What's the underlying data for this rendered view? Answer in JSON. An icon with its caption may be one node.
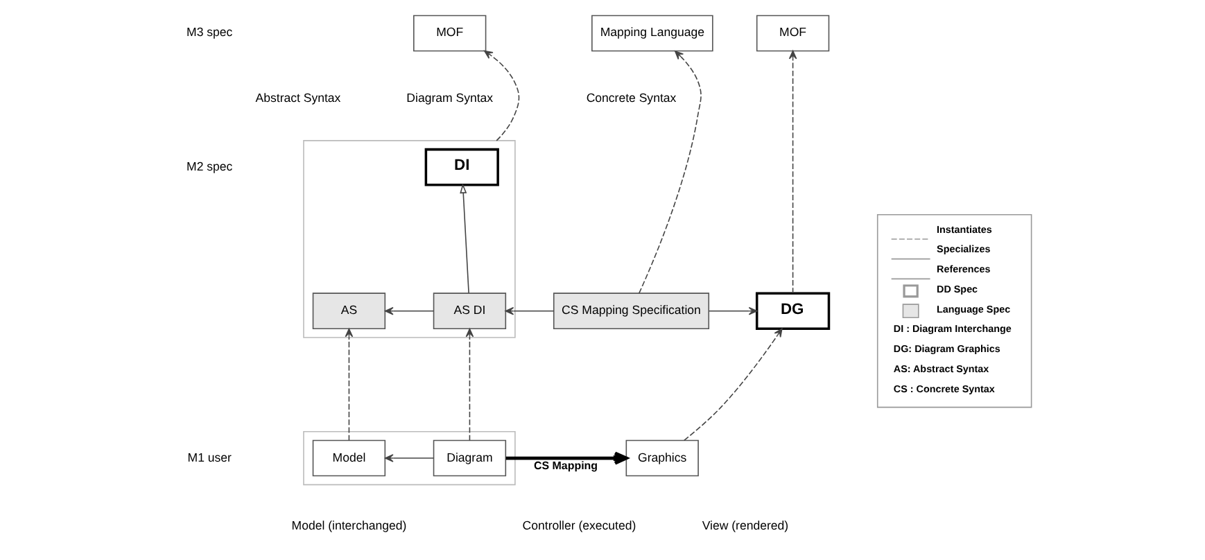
{
  "diagram": {
    "nodes": [
      {
        "text": [
          "MOF"
        ]
      },
      {
        "text": [
          "Mapping Language"
        ]
      },
      {
        "text": [
          "MOF"
        ]
      },
      {
        "text": [],
        "shape": "box"
      },
      {
        "text": [
          "DI"
        ],
        "in": 3
      },
      {
        "text": [
          "AS"
        ],
        "in": 3
      },
      {
        "text": [
          "AS DI"
        ],
        "in": 3
      },
      {
        "text": [
          "CS Mapping Specification"
        ]
      },
      {
        "text": [
          "DG"
        ]
      },
      {
        "text": [],
        "shape": "box"
      },
      {
        "text": [
          "Model"
        ],
        "in": 9
      },
      {
        "text": [
          "Diagram"
        ],
        "in": 9
      },
      {
        "text": [
          "Graphics"
        ]
      }
    ],
    "edges": [
      {
        "from": 3,
        "to": 0,
        "arrow": "to",
        "style": "dashed"
      },
      {
        "from": 7,
        "to": 1,
        "arrow": "to",
        "style": "dashed"
      },
      {
        "from": 8,
        "to": 2,
        "arrow": "to",
        "style": "dashed"
      },
      {
        "from": 6,
        "to": 4,
        "arrow": "to"
      },
      {
        "from": 6,
        "to": 5,
        "arrow": "to"
      },
      {
        "from": 7,
        "to": 6,
        "arrow": "to"
      },
      {
        "from": 7,
        "to": 8,
        "arrow": "to"
      },
      {
        "from": 10,
        "to": 5,
        "arrow": "to",
        "style": "dashed"
      },
      {
        "from": 11,
        "to": 6,
        "arrow": "to",
        "style": "dashed"
      },
      {
        "from": 11,
        "to": 10,
        "arrow": "to"
      },
      {
        "from": 11,
        "to": 12,
        "arrow": "to",
        "label": "CS Mapping",
        "style": "thick"
      },
      {
        "from": 12,
        "to": 8,
        "arrow": "to",
        "style": "dashed"
      }
    ],
    "labels": [
      "M3 spec",
      "Abstract Syntax",
      "Diagram Syntax",
      "Concrete Syntax",
      "M2 spec",
      "M1 user",
      "Model (interchanged)",
      "Controller (executed)",
      "View (rendered)",
      "DI : Diagram Interchange",
      "DG: Diagram Graphics",
      "AS: Abstract Syntax",
      "CS : Concrete Syntax"
    ],
    "legend": [
      {
        "text": "Instantiates"
      },
      {
        "text": "Specializes"
      },
      {
        "text": "References"
      },
      {
        "text": "DD Spec"
      },
      {
        "text": "Language Spec"
      }
    ]
  }
}
